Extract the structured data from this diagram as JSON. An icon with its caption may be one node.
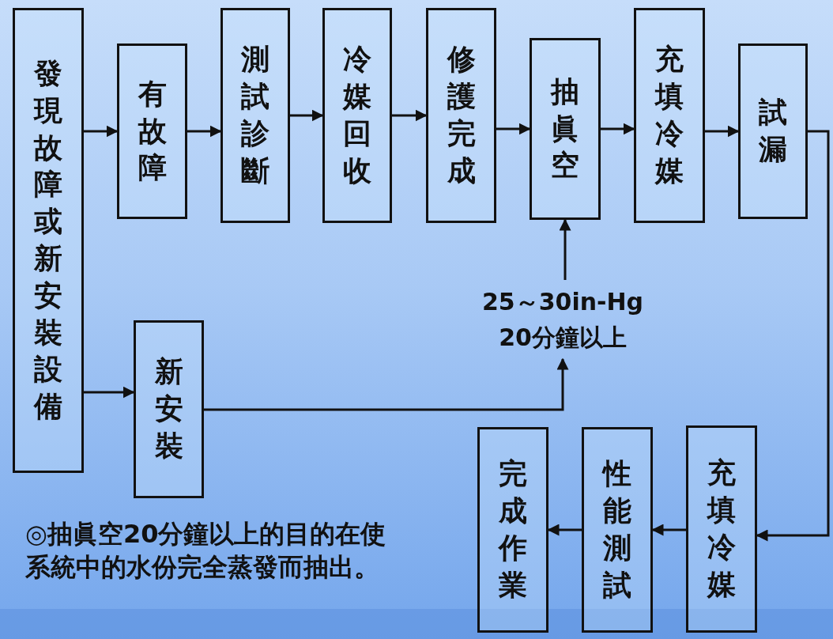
{
  "diagram": {
    "nodes": [
      {
        "text": [
          "發現故障或新安裝設備"
        ]
      },
      {
        "text": [
          "有故障"
        ]
      },
      {
        "text": [
          "測試診斷"
        ]
      },
      {
        "text": [
          "冷媒回收"
        ]
      },
      {
        "text": [
          "修護完成"
        ]
      },
      {
        "text": [
          "抽眞空"
        ]
      },
      {
        "text": [
          "充填冷媒"
        ]
      },
      {
        "text": [
          "試漏"
        ]
      },
      {
        "text": [
          "新安裝"
        ]
      },
      {
        "text": [
          "25～30in-Hg",
          "20分鐘以上"
        ]
      },
      {
        "text": [
          "充填冷媒"
        ]
      },
      {
        "text": [
          "性能測試"
        ]
      },
      {
        "text": [
          "完成作業"
        ]
      }
    ],
    "edges": [
      {
        "from": 0,
        "to": 1,
        "arrow": "to"
      },
      {
        "from": 1,
        "to": 2,
        "arrow": "to"
      },
      {
        "from": 2,
        "to": 3,
        "arrow": "to"
      },
      {
        "from": 3,
        "to": 4,
        "arrow": "to"
      },
      {
        "from": 4,
        "to": 5,
        "arrow": "to"
      },
      {
        "from": 5,
        "to": 6,
        "arrow": "to"
      },
      {
        "from": 6,
        "to": 7,
        "arrow": "to"
      },
      {
        "from": 7,
        "to": 10,
        "arrow": "to"
      },
      {
        "from": 10,
        "to": 11,
        "arrow": "to"
      },
      {
        "from": 11,
        "to": 12,
        "arrow": "to"
      },
      {
        "from": 0,
        "to": 8,
        "arrow": "to"
      },
      {
        "from": 8,
        "to": 9,
        "arrow": "to"
      },
      {
        "from": 9,
        "to": 5,
        "arrow": "to"
      }
    ],
    "labels": [
      "◎抽眞空20分鐘以上的目的在使系統中的水份完全蒸發而抽出。"
    ]
  }
}
